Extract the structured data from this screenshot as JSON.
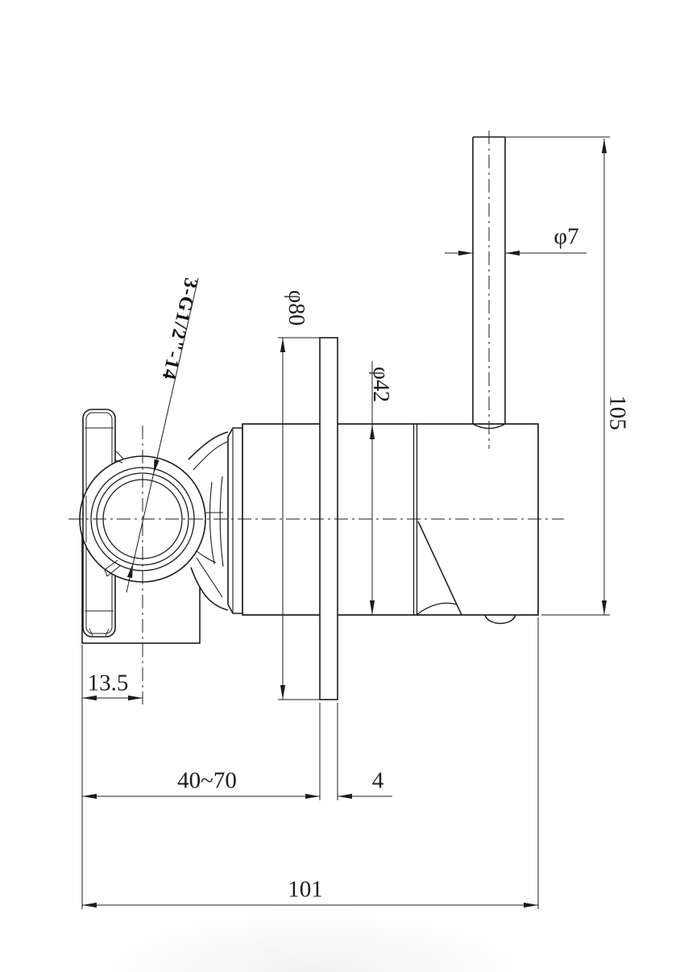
{
  "drawing": {
    "labels": {
      "handle_dia": "φ7",
      "height": "105",
      "plate_dia": "φ80",
      "body_dia": "φ42",
      "center_offset": "13.5",
      "wall_depth_range": "40~70",
      "plate_thickness": "4",
      "total_length": "101",
      "thread_callout": "3-G1/2\"-14"
    },
    "colors": {
      "line": "#1c1c1c",
      "background": "#ffffff"
    }
  }
}
